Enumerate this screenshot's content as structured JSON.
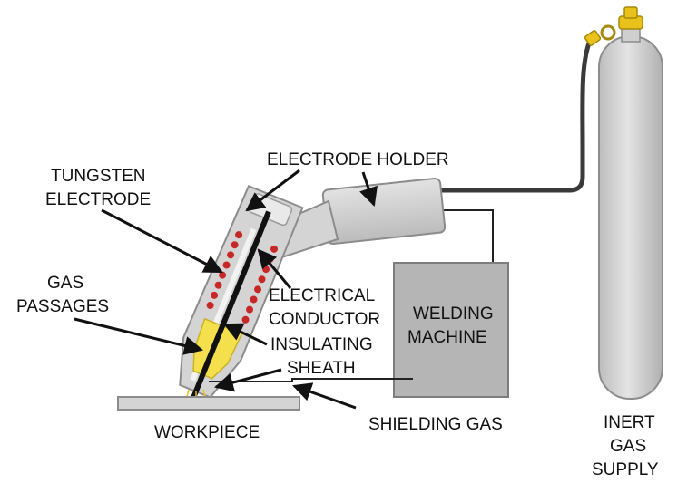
{
  "labels": {
    "electrode_holder": "ELECTRODE HOLDER",
    "tungsten_line1": "TUNGSTEN",
    "tungsten_line2": "ELECTRODE",
    "gas_line1": "GAS",
    "gas_line2": "PASSAGES",
    "electrical_line1": "ELECTRICAL",
    "electrical_line2": "CONDUCTOR",
    "insulating_line1": "INSULATING",
    "insulating_line2": "SHEATH",
    "welding_line1": "WELDING",
    "welding_line2": "MACHINE",
    "shielding_gas": "SHIELDING GAS",
    "workpiece": "WORKPIECE",
    "inert_line1": "INERT",
    "inert_line2": "GAS",
    "inert_line3": "SUPPLY"
  },
  "colors": {
    "metal": "#d4d4d4",
    "metal_stroke": "#8c8c8c",
    "machine_fill": "#b5b5b5",
    "coil": "#c62828",
    "insulation": "#f4e04d",
    "valve": "#e8c21a",
    "hose": "#3a3a3a"
  }
}
